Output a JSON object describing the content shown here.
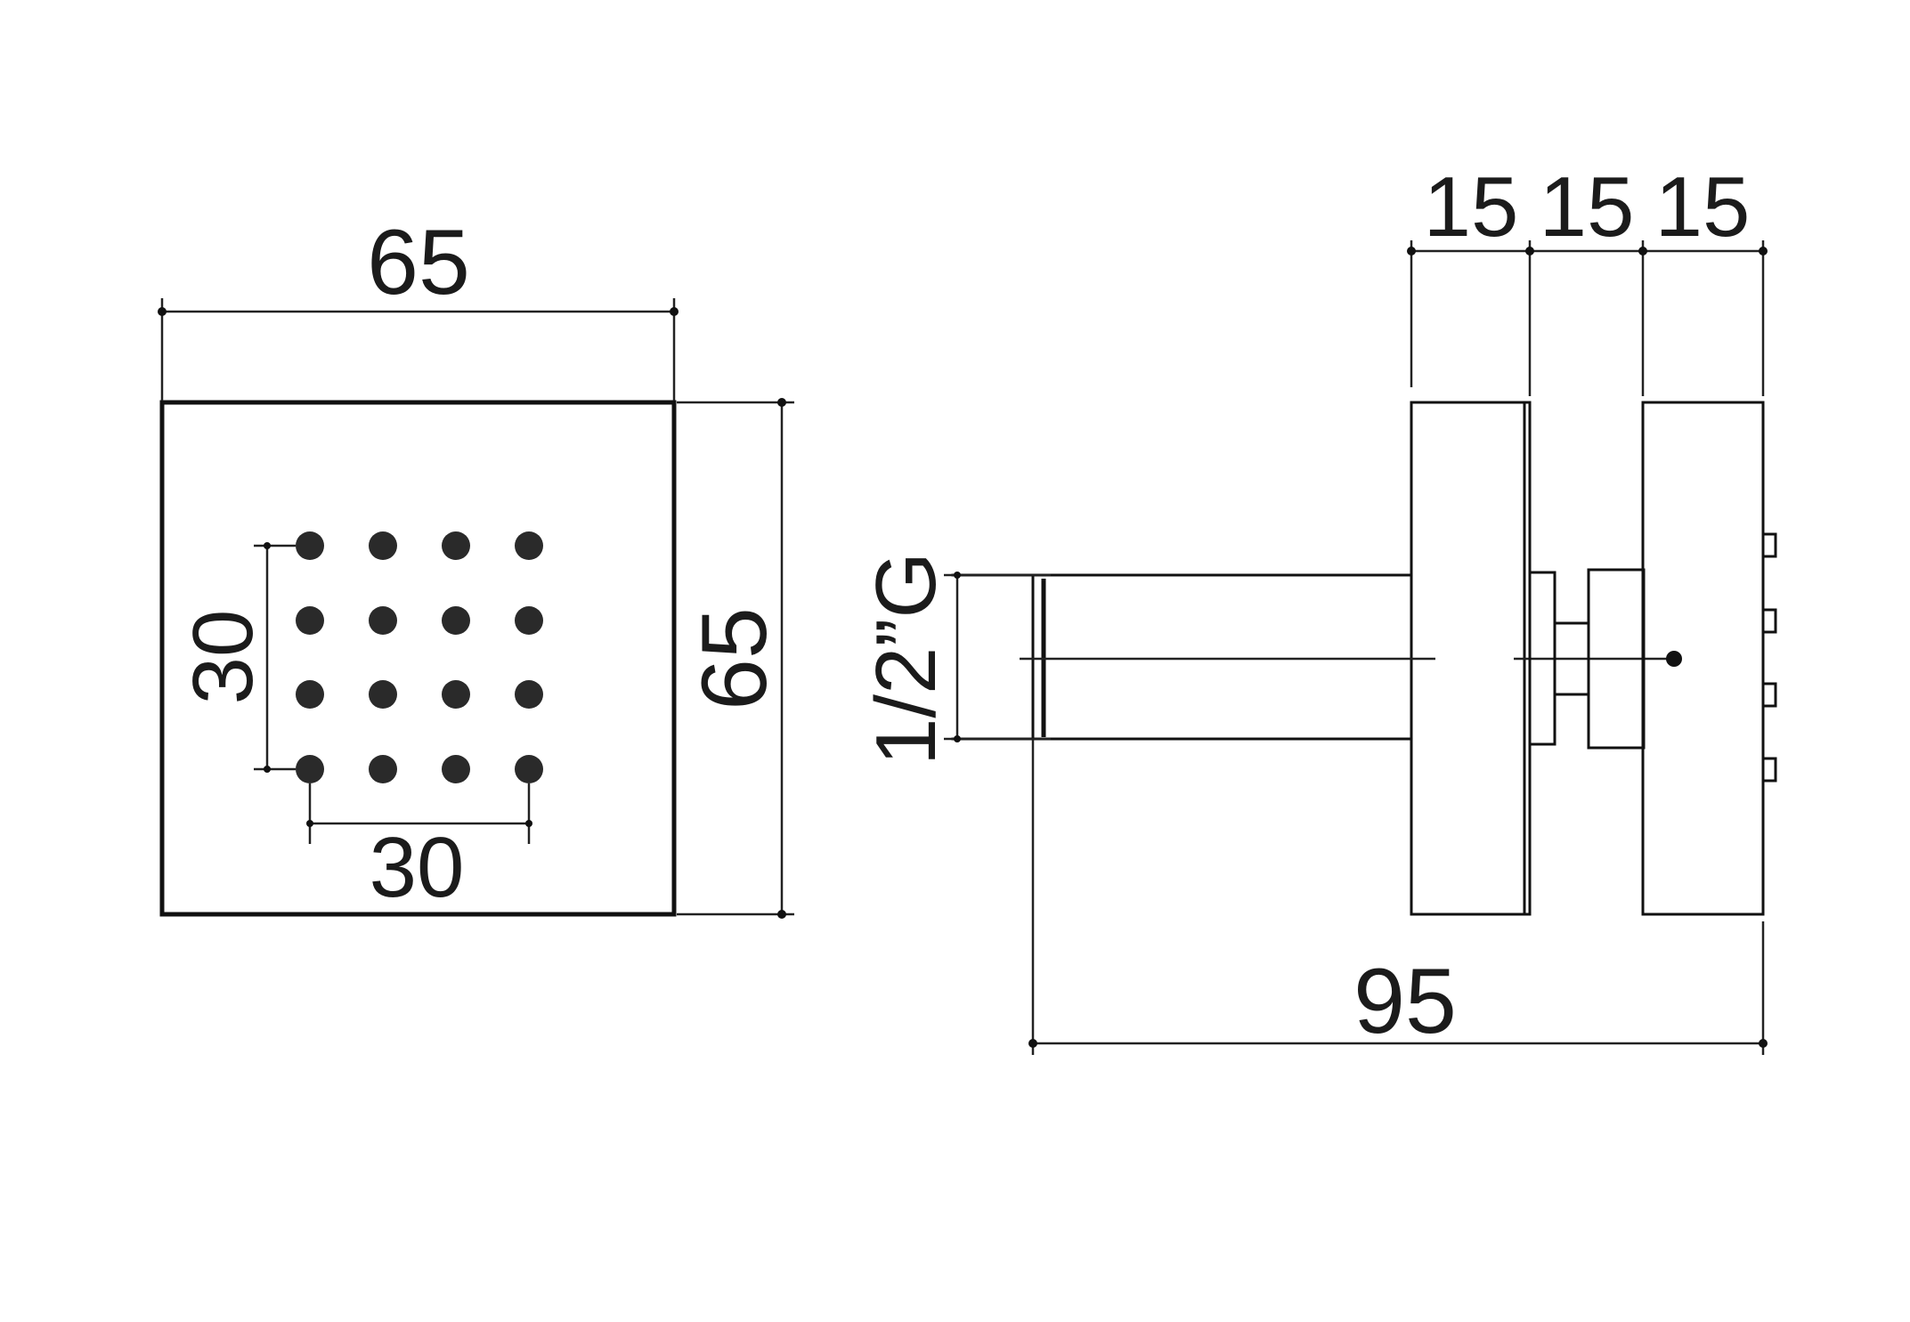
{
  "front_view": {
    "width_label": "65",
    "height_label": "65",
    "nozzle_pitch_h_label": "30",
    "nozzle_pitch_v_label": "30",
    "nozzle_rows": 4,
    "nozzle_cols": 4
  },
  "side_view": {
    "segment_1_label": "15",
    "segment_2_label": "15",
    "segment_3_label": "15",
    "total_length_label": "95",
    "thread_label": "1/2”G"
  },
  "colors": {
    "line": "#111111",
    "text": "#1b1b1b"
  }
}
